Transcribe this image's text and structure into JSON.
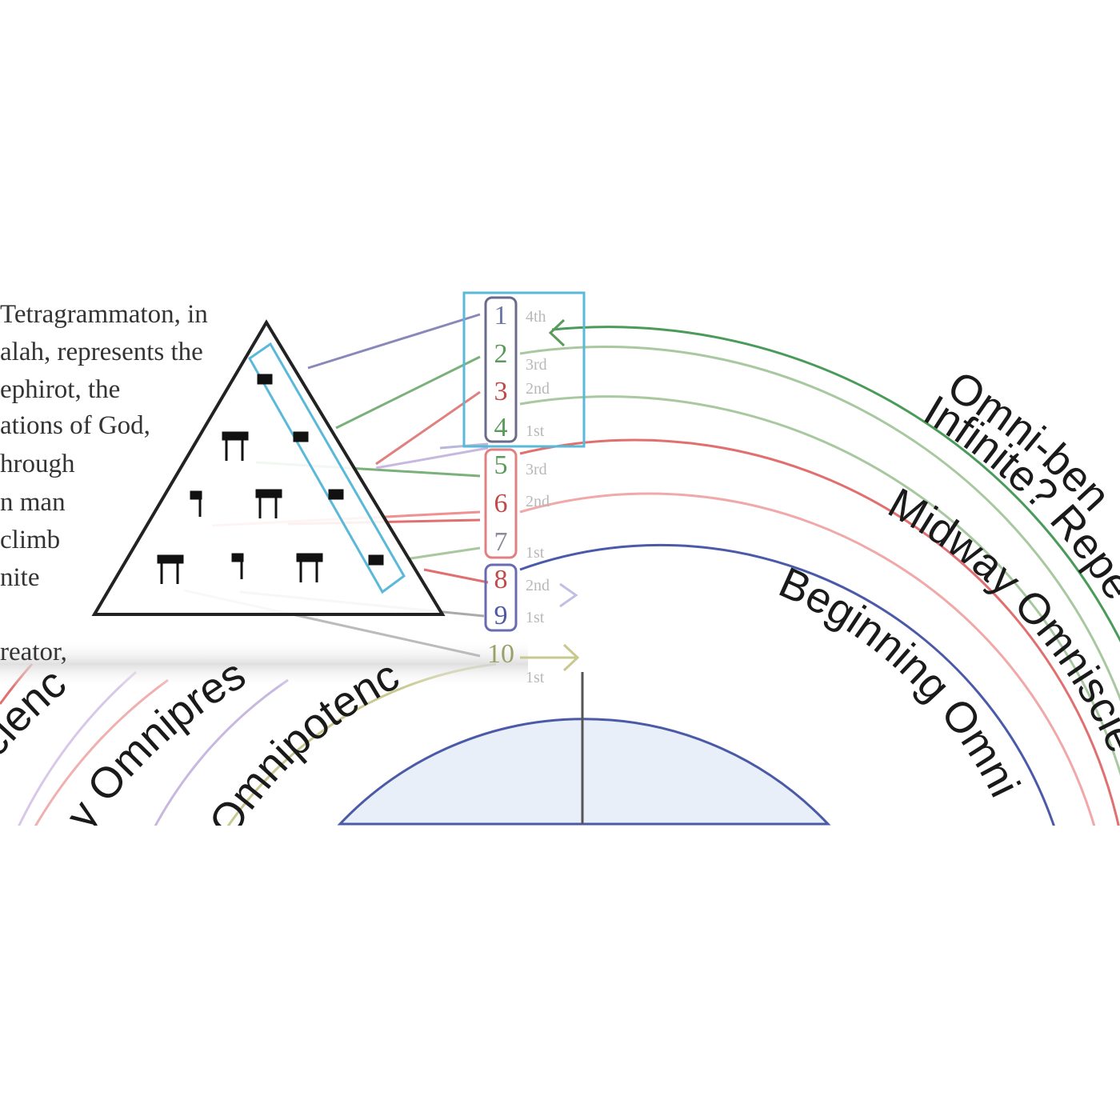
{
  "paragraph_lines": [
    "Tetragrammaton, in",
    "alah, represents the",
    "ephirot, the",
    "ations of God,",
    "hrough",
    "n man",
    " climb",
    "nite",
    "",
    "reator,"
  ],
  "numbers": [
    "1",
    "2",
    "3",
    "4",
    "5",
    "6",
    "7",
    "8",
    "9",
    "10"
  ],
  "number_colors": [
    "#6a78a8",
    "#5a9a5a",
    "#c04a4a",
    "#5a9a5a",
    "#5a9a5a",
    "#c04a4a",
    "#8a8a9a",
    "#c04a4a",
    "#4a5aa8",
    "#9aa06a"
  ],
  "ordinals": [
    "4th",
    "3rd",
    "2nd",
    "1st",
    "3rd",
    "2nd",
    "1st",
    "2nd",
    "1st",
    "1st"
  ],
  "arc_labels": {
    "omni_benevolence": "Omni-ben",
    "infinite_repeat": "Infinite? Repe",
    "midway_omniscience": "Midway Omniscie",
    "beginning_omni": "Beginning Omni",
    "left_omniscience": "scienc",
    "left_omnipresence": "y Omnipres",
    "left_omnipotence": "Omnipotenc"
  },
  "colors": {
    "green": "#4a9a5a",
    "light_green": "#a8c8a0",
    "red": "#e07070",
    "blue": "#4a5aa8",
    "cyan": "#5ab8d8",
    "lavender": "#b8a8d8",
    "olive": "#c8c890",
    "sky_fill": "#e8eff8"
  }
}
